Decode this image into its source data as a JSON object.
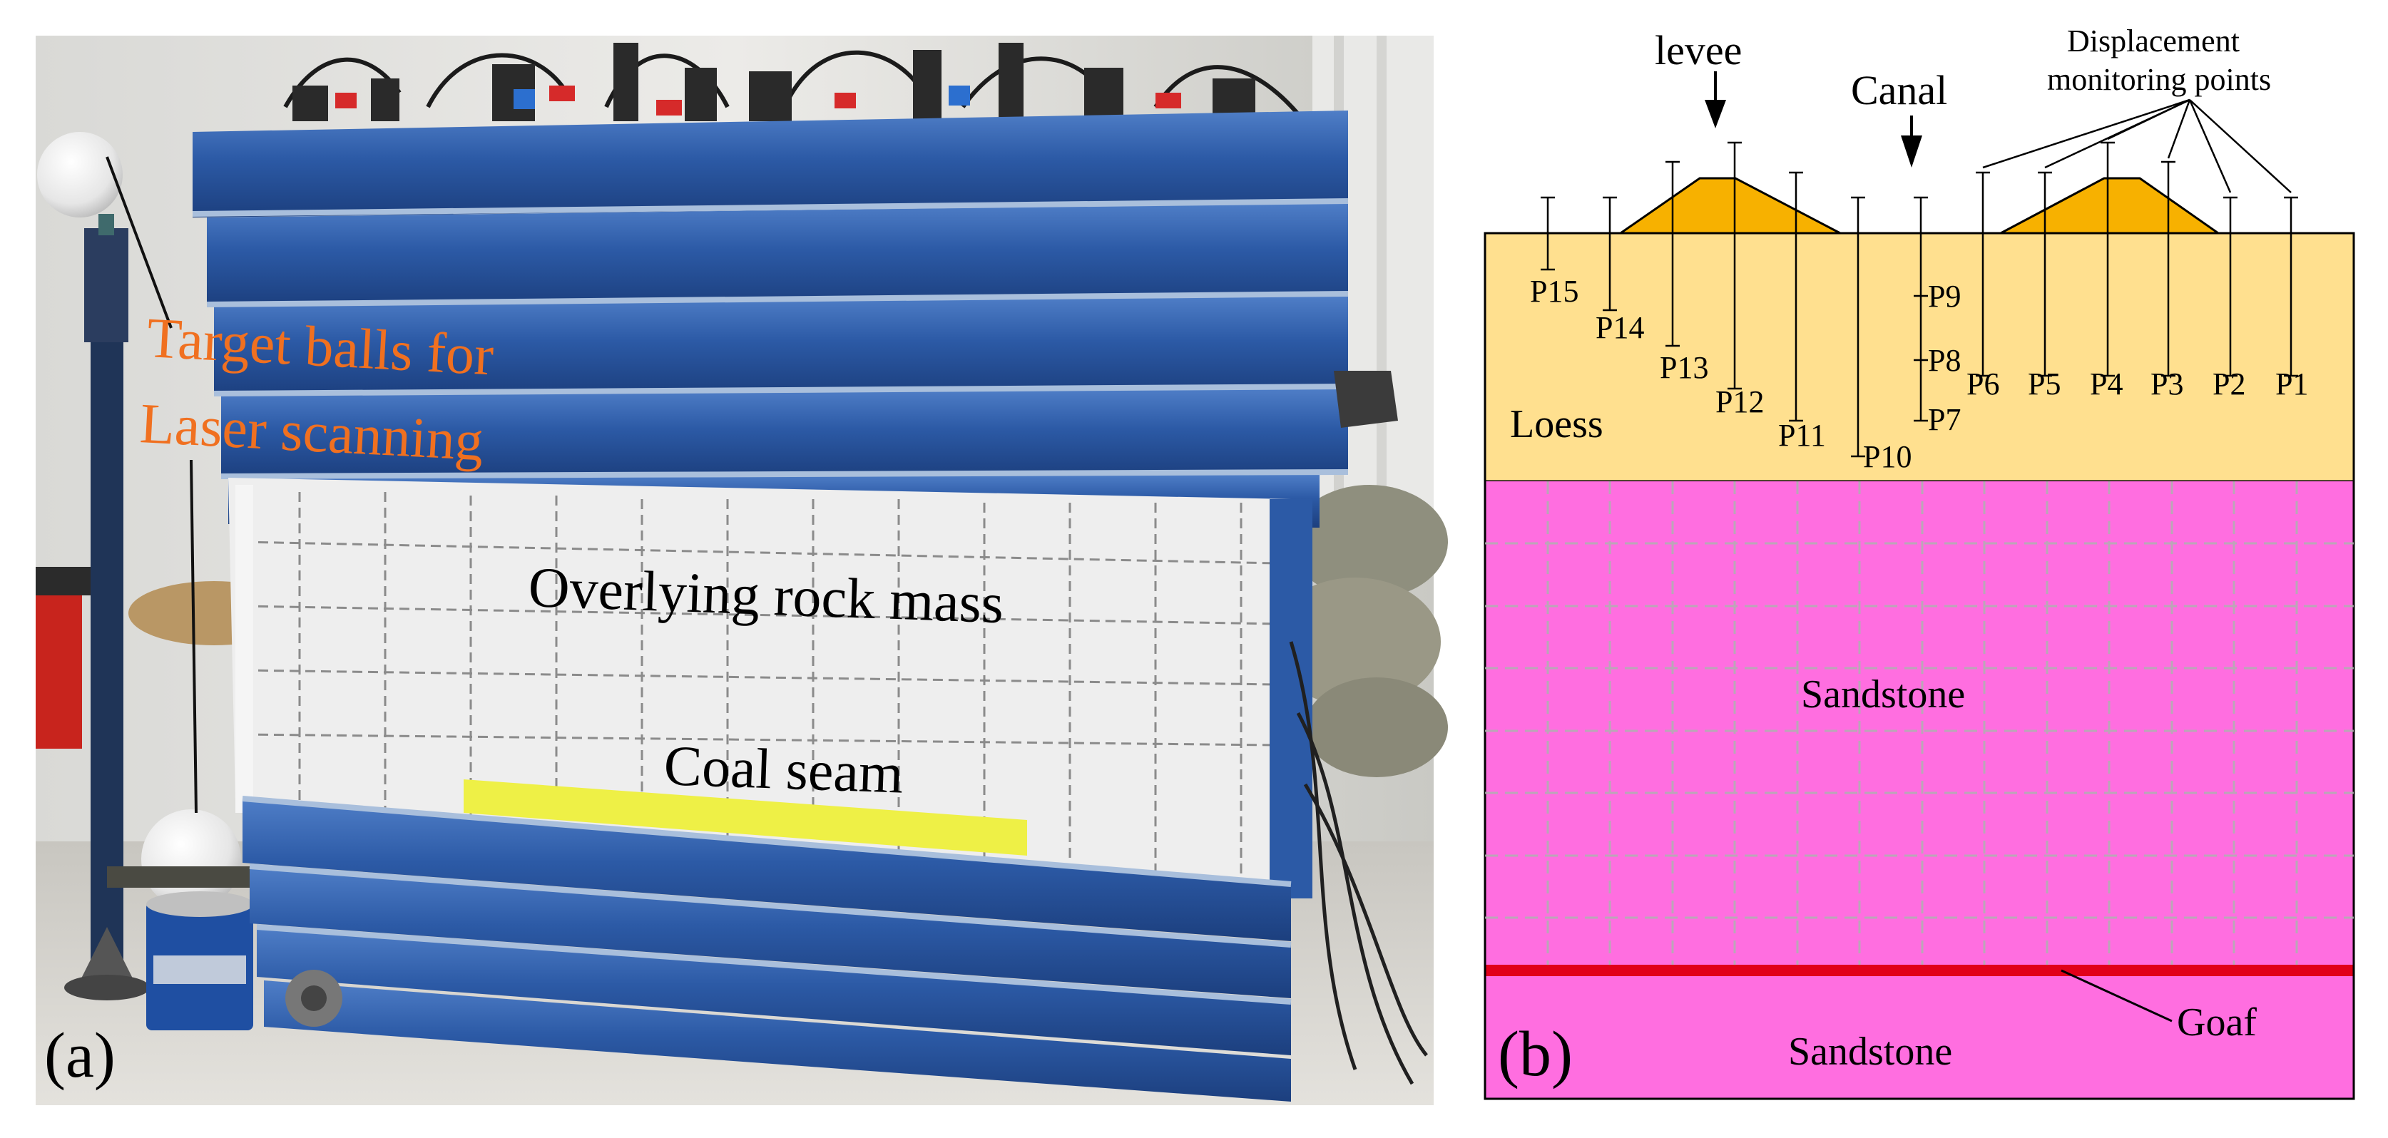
{
  "panel_a": {
    "label": "(a)",
    "target_label_line1": "Target balls for",
    "target_label_line2": "Laser scanning",
    "rock_mass_label": "Overlying rock mass",
    "coal_label": "Coal seam"
  },
  "panel_b": {
    "label": "(b)",
    "levee_label": "levee",
    "canal_label": "Canal",
    "monitor_label_line1": "Displacement",
    "monitor_label_line2": "monitoring points",
    "loess_label": "Loess",
    "sandstone_upper_label": "Sandstone",
    "sandstone_lower_label": "Sandstone",
    "goaf_label": "Goaf",
    "points": [
      "P1",
      "P2",
      "P3",
      "P4",
      "P5",
      "P6",
      "P7",
      "P8",
      "P9",
      "P10",
      "P11",
      "P12",
      "P13",
      "P14",
      "P15"
    ]
  },
  "colors": {
    "loess": "#ffe08f",
    "sandstone": "#ff6ee0",
    "levee": "#f7b100",
    "goaf": "#e1001a",
    "annotation_orange": "#f07020",
    "frame_blue": "#2c5aa6",
    "whiteboard": "#eeeeee",
    "coal_yellow": "#eef046"
  }
}
